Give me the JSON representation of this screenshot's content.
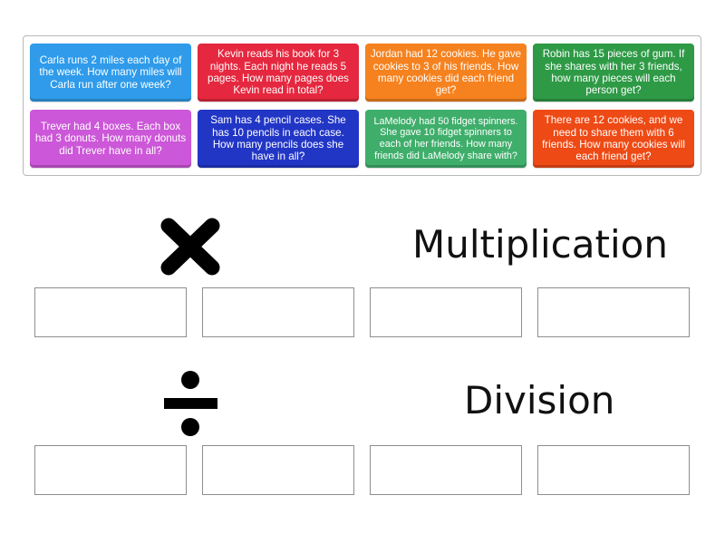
{
  "cards": [
    {
      "text": "Carla runs 2 miles each day of the week. How many miles will Carla run after one week?",
      "color": "#2f9bea"
    },
    {
      "text": "Kevin reads his book for 3 nights. Each night he reads 5 pages. How many pages does Kevin read in total?",
      "color": "#e5283f"
    },
    {
      "text": "Jordan had 12 cookies. He gave cookies to 3 of his friends. How many cookies did each friend get?",
      "color": "#f5821f"
    },
    {
      "text": "Robin has 15 pieces of gum. If she shares with her 3 friends, how many pieces will each person get?",
      "color": "#2e9a46"
    },
    {
      "text": "Trever had 4 boxes. Each box had 3 donuts. How many donuts did Trever have in all?",
      "color": "#cc57d8"
    },
    {
      "text": "Sam has 4 pencil cases. She has 10 pencils in each case. How many pencils does she have in all?",
      "color": "#2236c6"
    },
    {
      "text": "LaMelody had 50 fidget spinners. She gave 10 fidget spinners to each of her friends. How many friends did LaMelody share with?",
      "color": "#3fae6b"
    },
    {
      "text": "There are 12 cookies, and we need to share them with 6 friends. How many cookies will each friend get?",
      "color": "#ee4a15"
    }
  ],
  "groups": [
    {
      "label": "Multiplication",
      "icon": "multiplication-icon"
    },
    {
      "label": "Division",
      "icon": "division-icon"
    }
  ]
}
